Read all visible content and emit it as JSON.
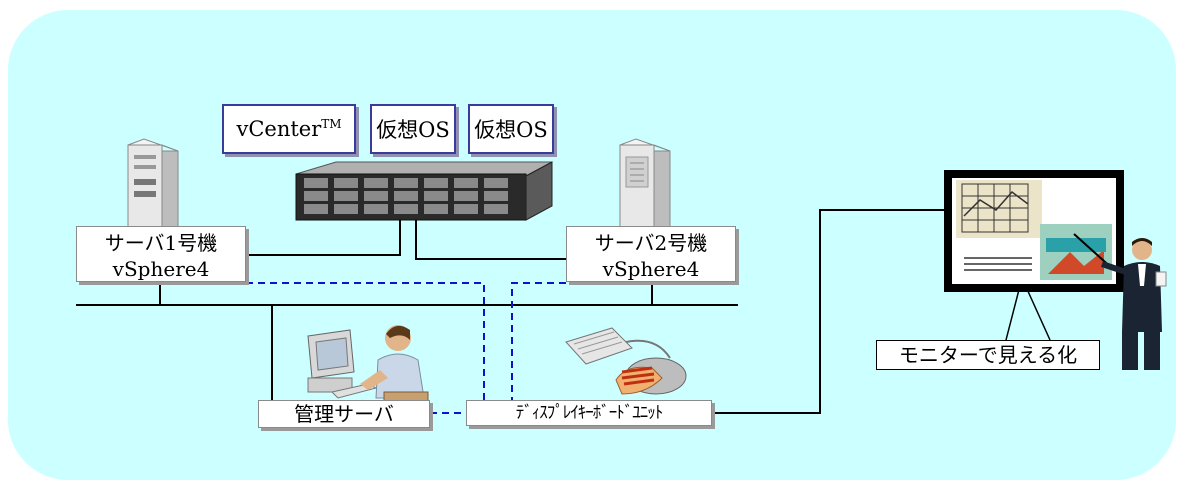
{
  "virtual": {
    "vcenter": "vCenter",
    "vcenter_tm": "TM",
    "os1": "仮想OS",
    "os2": "仮想OS"
  },
  "servers": [
    {
      "line1": "サーバ1号機",
      "line2": "vSphere4"
    },
    {
      "line1": "サーバ2号機",
      "line2": "vSphere4"
    }
  ],
  "management": {
    "label": "管理サーバ"
  },
  "kvm": {
    "label": "ﾃﾞｨｽﾌﾟﾚｲｷｰﾎﾞｰﾄﾞﾕﾆｯﾄ"
  },
  "monitor_caption": {
    "label": "モニターで見える化"
  },
  "colors": {
    "background": "#ccffff",
    "network_line": "#000000",
    "kvm_dashed_line": "#1010d0",
    "vm_box_border": "#3b3b9a"
  },
  "icons": [
    "tower-server-icon",
    "rack-storage-icon",
    "pc-operator-icon",
    "keyboard-mouse-icon",
    "presentation-board-icon",
    "presenter-icon"
  ]
}
